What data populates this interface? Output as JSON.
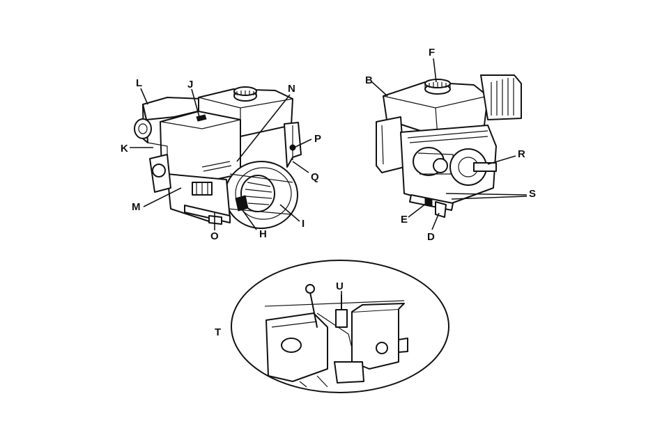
{
  "labels": {
    "L": "L",
    "J": "J",
    "N": "N",
    "K": "K",
    "M": "M",
    "O": "O",
    "H": "H",
    "I": "I",
    "P": "P",
    "Q": "Q",
    "B": "B",
    "F": "F",
    "R": "R",
    "S": "S",
    "E": "E",
    "D": "D",
    "T": "T",
    "U": "U"
  }
}
